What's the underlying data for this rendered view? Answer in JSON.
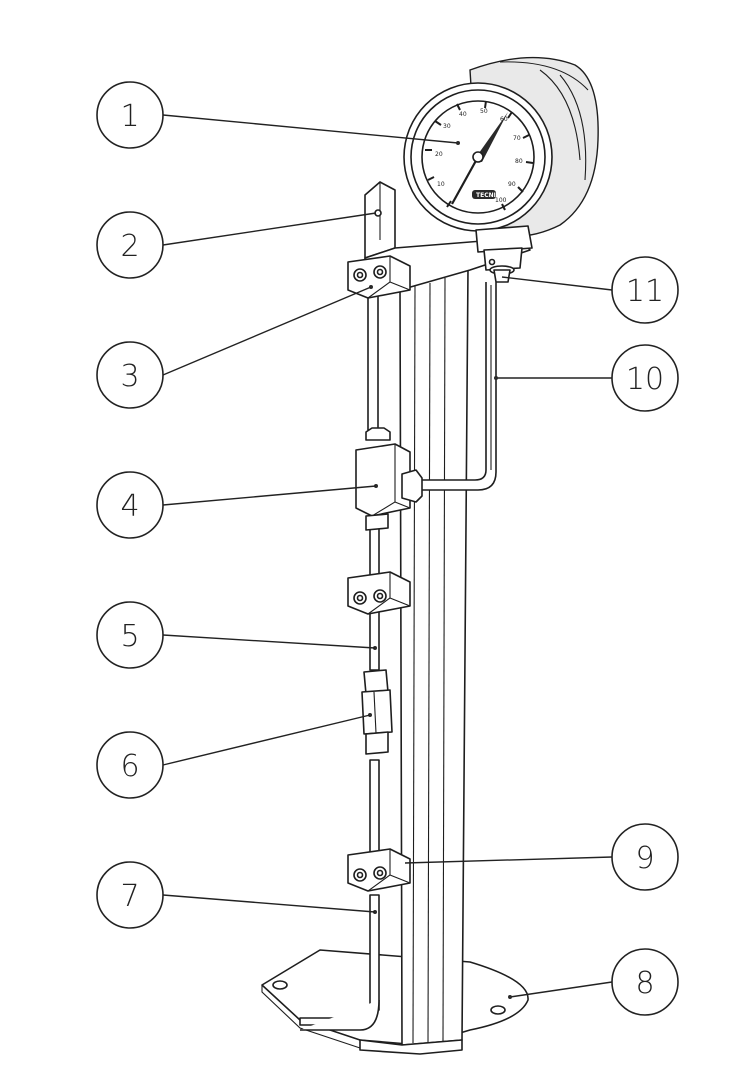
{
  "callouts": [
    {
      "label": "1"
    },
    {
      "label": "2"
    },
    {
      "label": "3"
    },
    {
      "label": "4"
    },
    {
      "label": "5"
    },
    {
      "label": "6"
    },
    {
      "label": "7"
    },
    {
      "label": "8"
    },
    {
      "label": "9"
    },
    {
      "label": "10"
    },
    {
      "label": "11"
    }
  ],
  "gauge": {
    "scale_labels": [
      "10",
      "20",
      "30",
      "40",
      "50",
      "60",
      "70",
      "80",
      "90",
      "100"
    ],
    "logo_text": "TECNI"
  },
  "colors": {
    "line": "#1e1e1e",
    "background": "#ffffff",
    "fill_light": "#e9e9e9"
  }
}
